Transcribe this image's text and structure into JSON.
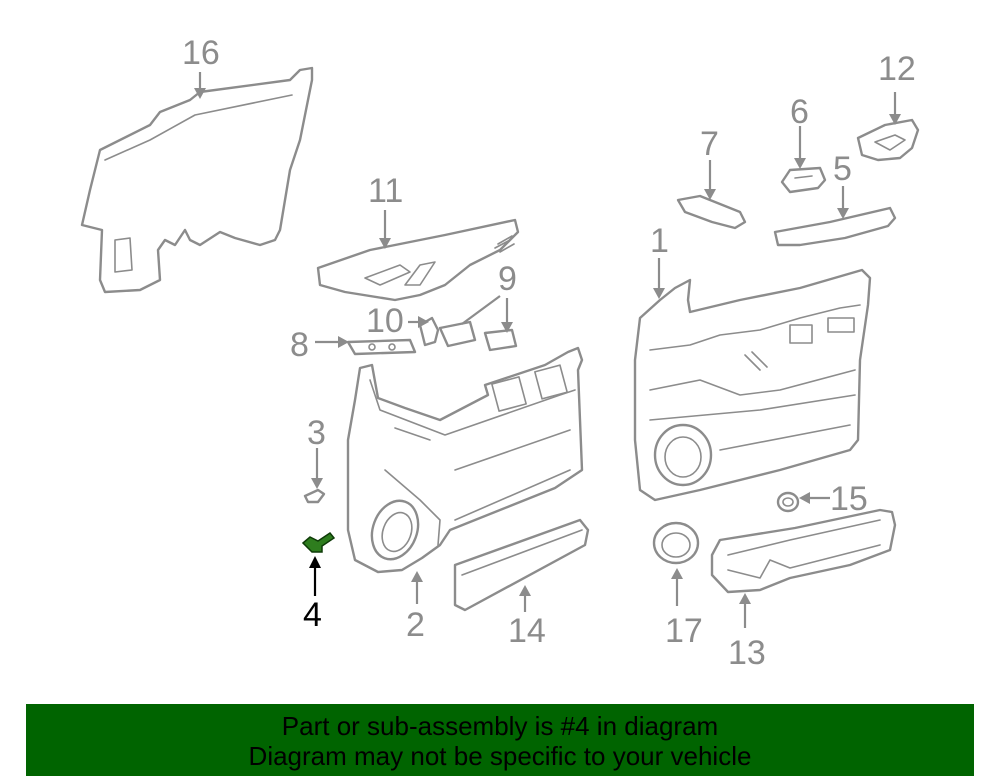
{
  "diagram": {
    "callouts": [
      {
        "number": "1"
      },
      {
        "number": "2"
      },
      {
        "number": "3"
      },
      {
        "number": "4"
      },
      {
        "number": "5"
      },
      {
        "number": "6"
      },
      {
        "number": "7"
      },
      {
        "number": "8"
      },
      {
        "number": "9"
      },
      {
        "number": "10"
      },
      {
        "number": "11"
      },
      {
        "number": "12"
      },
      {
        "number": "13"
      },
      {
        "number": "14"
      },
      {
        "number": "15"
      },
      {
        "number": "16"
      },
      {
        "number": "17"
      }
    ],
    "highlighted_part": "4",
    "colors": {
      "line": "#8c8c8c",
      "highlight_part": "#2e7d1e",
      "highlight_text": "#000000"
    }
  },
  "banner": {
    "line1": "Part or sub-assembly is #4 in diagram",
    "line2": "Diagram may not be specific to your vehicle",
    "background": "#006400"
  }
}
